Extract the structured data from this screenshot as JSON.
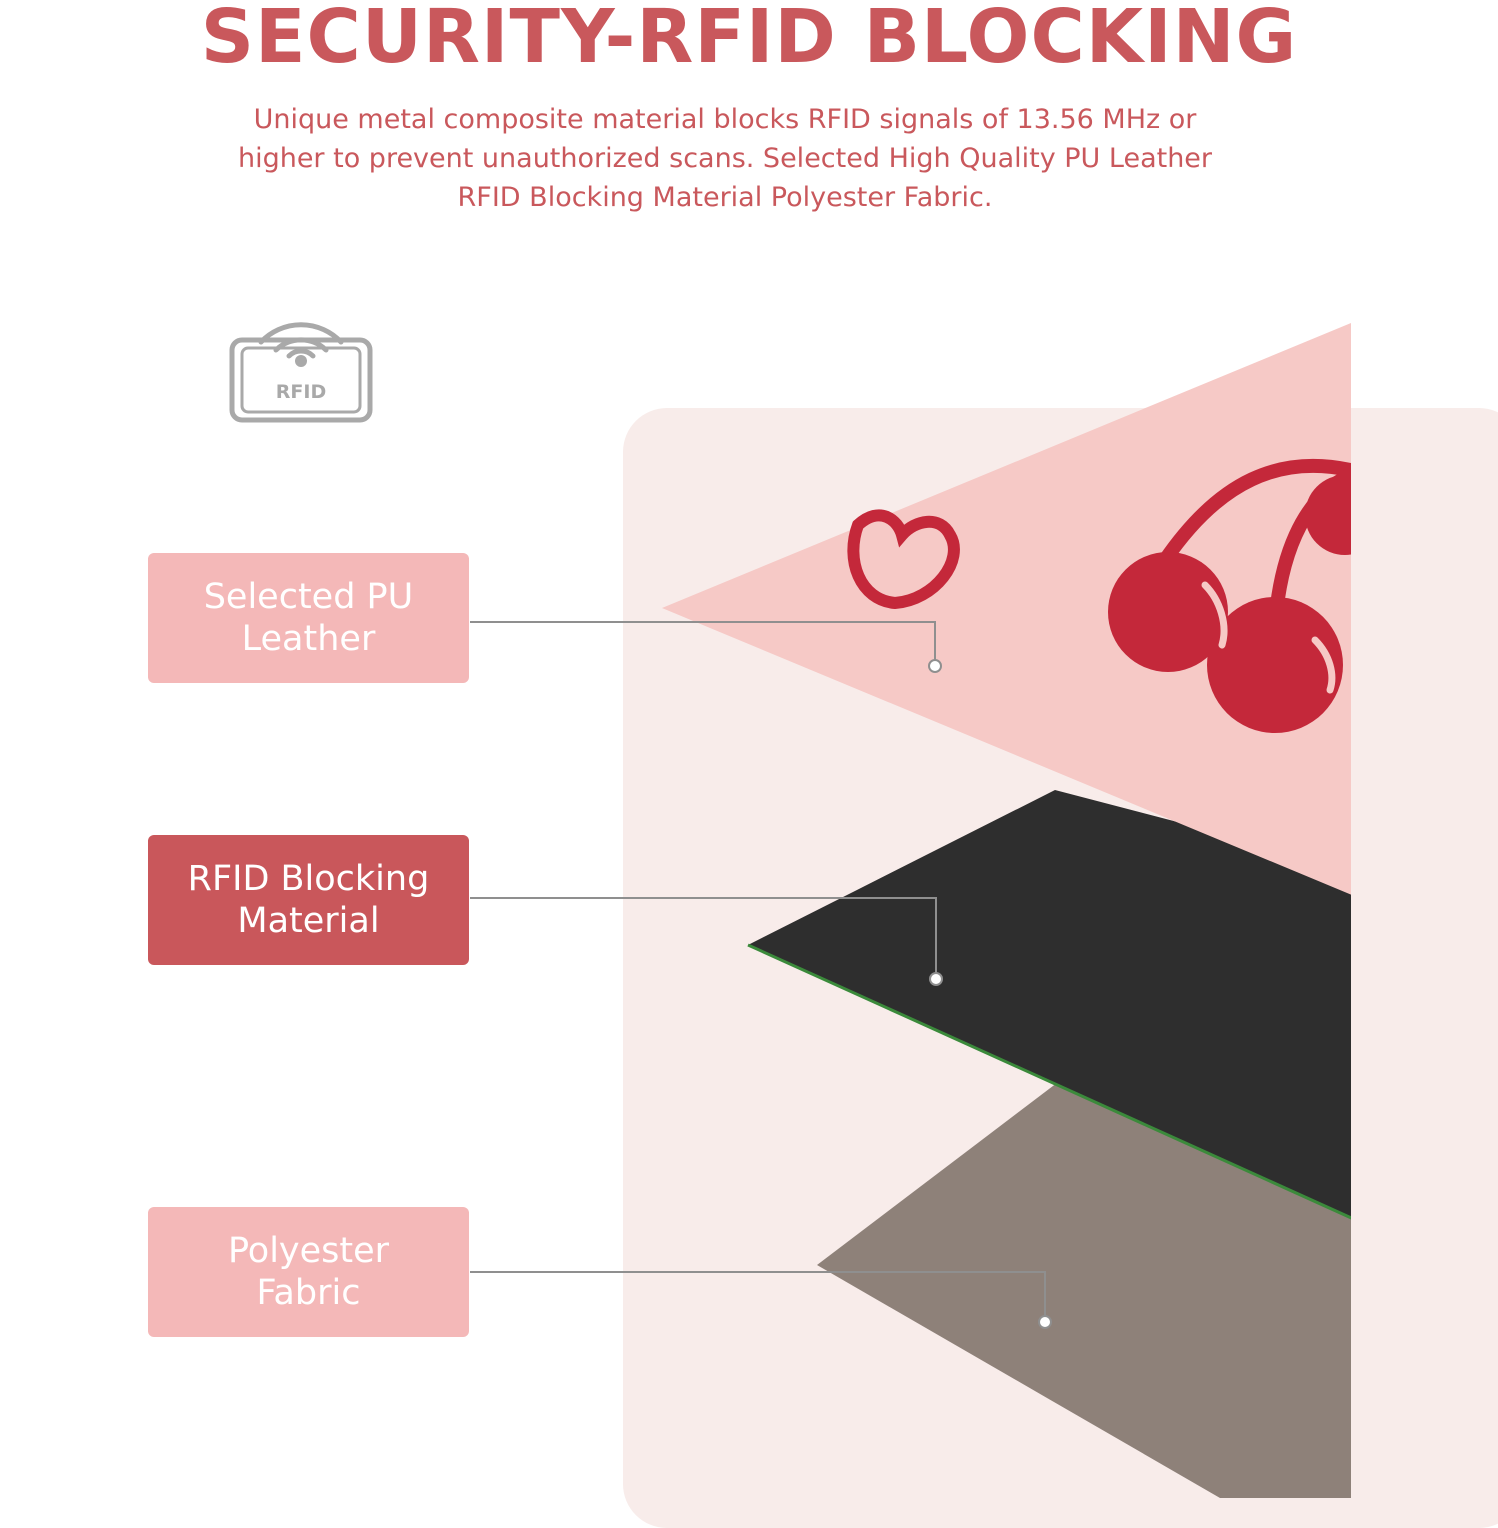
{
  "header": {
    "title": "SECURITY-RFID BLOCKING",
    "description_lines": [
      "Unique metal composite material blocks RFID signals of 13.56 MHz or",
      "higher to prevent unauthorized scans. Selected High Quality PU Leather",
      "RFID Blocking Material Polyester Fabric."
    ]
  },
  "icon": {
    "name": "rfid-icon",
    "text": "RFID"
  },
  "layers": [
    {
      "lines": [
        "Selected PU",
        "Leather"
      ],
      "color": "#f4b8b8"
    },
    {
      "lines": [
        "RFID Blocking",
        "Material"
      ],
      "color": "#c9575b"
    },
    {
      "lines": [
        "Polyester",
        "Fabric"
      ],
      "color": "#f4b8b8"
    }
  ],
  "colors": {
    "accent": "#c9585c",
    "panel": "#f8ecea",
    "leather": "#f6c9c6",
    "cherry": "#c4283a",
    "rfid_layer": "#2e2e2e",
    "fabric": "#8e8179"
  }
}
